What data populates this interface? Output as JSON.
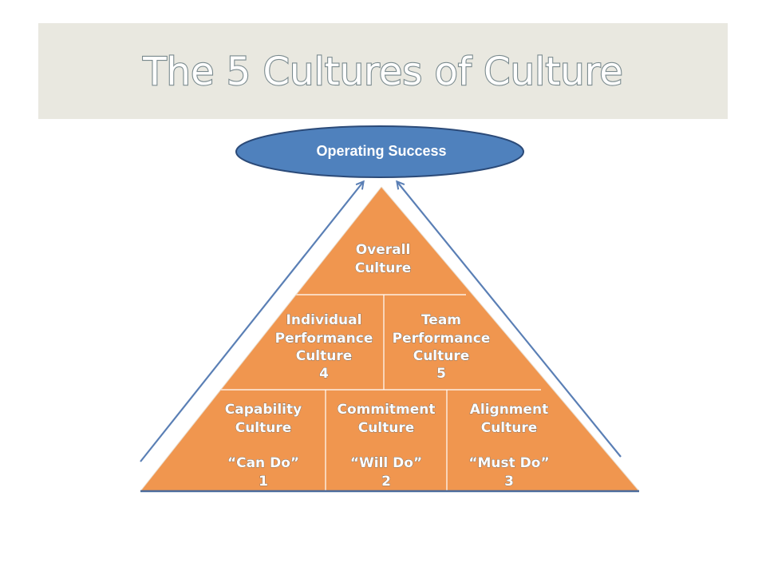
{
  "title": "The 5 Cultures of Culture",
  "goal": "Operating Success",
  "colors": {
    "title_band": "#e9e8e0",
    "title_fill": "#ffffff",
    "title_outline": "#7a8a8e",
    "pyramid_fill": "#f0964f",
    "pyramid_edge": "#ffffff",
    "ellipse_fill": "#4f81bd",
    "ellipse_edge": "#2b4a78",
    "arrow": "#5a7fb5"
  },
  "tiers": {
    "top": {
      "label": [
        "Overall",
        "Culture"
      ]
    },
    "middle": [
      {
        "label": [
          "Individual",
          "Performance",
          "Culture"
        ],
        "number": "4"
      },
      {
        "label": [
          "Team",
          "Performance",
          "Culture"
        ],
        "number": "5"
      }
    ],
    "bottom": [
      {
        "label": [
          "Capability",
          "Culture"
        ],
        "motto": "“Can Do”",
        "number": "1"
      },
      {
        "label": [
          "Commitment",
          "Culture"
        ],
        "motto": "“Will Do”",
        "number": "2"
      },
      {
        "label": [
          "Alignment",
          "Culture"
        ],
        "motto": "“Must Do”",
        "number": "3"
      }
    ]
  }
}
